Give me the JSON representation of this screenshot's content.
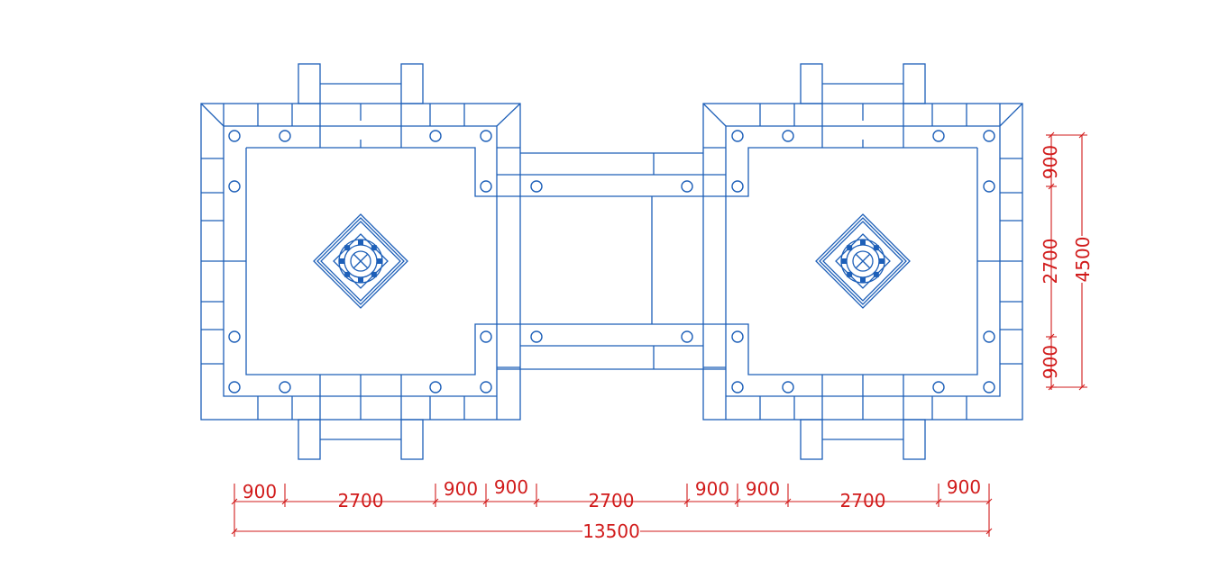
{
  "drawing": {
    "line_color": "#1d5fb8",
    "dimension_color": "#d11b1b",
    "background": "#ffffff"
  },
  "dimensions": {
    "horizontal_segments": [
      "900",
      "2700",
      "900",
      "900",
      "2700",
      "900",
      "900",
      "2700",
      "900"
    ],
    "horizontal_total": "13500",
    "vertical_segments": [
      "900",
      "2700",
      "900"
    ],
    "vertical_total": "4500"
  },
  "ornament_icon": "diamond-medallion-icon",
  "post_icon": "column-post-icon"
}
